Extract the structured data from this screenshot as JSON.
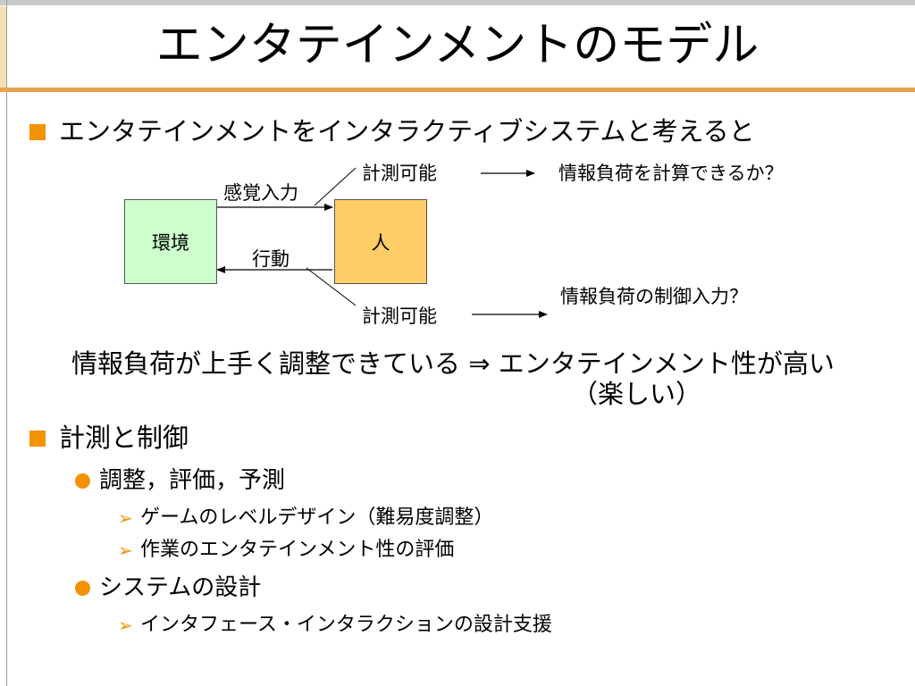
{
  "title": "エンタテインメントのモデル",
  "bullet1": "エンタテインメントをインタラクティブシステムと考えると",
  "diagram": {
    "env_label": "環境",
    "person_label": "人",
    "sensory_input": "感覚入力",
    "action": "行動",
    "measurable_top": "計測可能",
    "measurable_bottom": "計測可能",
    "question_top": "情報負荷を計算できるか？",
    "question_bottom": "情報負荷の制御入力？",
    "colors": {
      "env_fill": "#ccffcc",
      "person_fill": "#ffcc66"
    }
  },
  "conclusion_line1": "情報負荷が上手く調整できている ⇒ エンタテインメント性が高い",
  "conclusion_line2": "（楽しい）",
  "bullet2": "計測と制御",
  "sub1": "調整，評価，予測",
  "sub1_items": [
    "ゲームのレベルデザイン（難易度調整）",
    "作業のエンタテインメント性の評価"
  ],
  "sub2": "システムの設計",
  "sub2_items": [
    "インタフェース・インタラクションの設計支援"
  ],
  "colors": {
    "accent": "#f39200",
    "title_rule": "#e8a24a"
  }
}
